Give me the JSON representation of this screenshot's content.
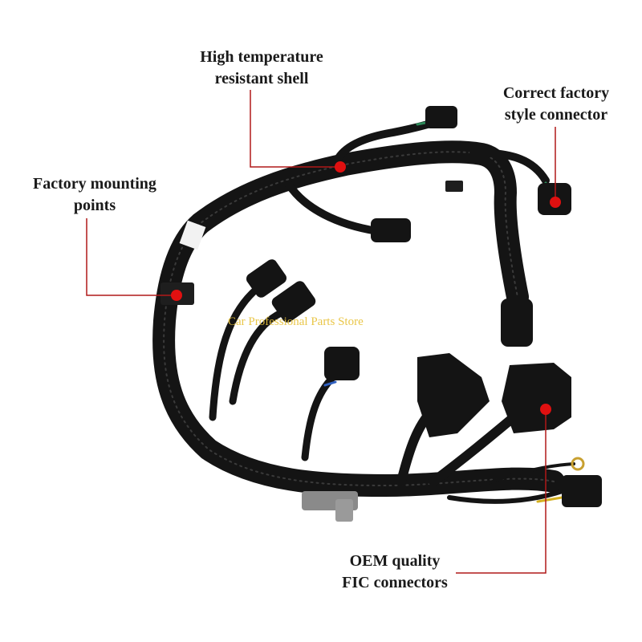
{
  "callouts": {
    "shell": {
      "line1": "High temperature",
      "line2": "resistant shell"
    },
    "connector": {
      "line1": "Correct factory",
      "line2": "style connector"
    },
    "mounting": {
      "line1": "Factory mounting",
      "line2": "points"
    },
    "fic": {
      "line1": "OEM quality",
      "line2": "FIC connectors"
    }
  },
  "watermark": "Car Professional Parts Store",
  "colors": {
    "callout_line": "#b01818",
    "marker_dot": "#e01010",
    "harness": "#141414",
    "label_text": "#1a1a1a",
    "watermark": "#e8c23a"
  }
}
